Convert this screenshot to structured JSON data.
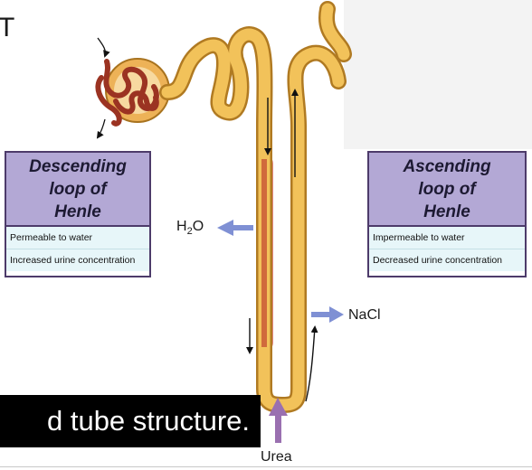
{
  "top_left_partial_text": "T",
  "descending_box": {
    "title_lines": [
      "Descending",
      "loop of",
      "Henle"
    ],
    "properties": [
      "Permeable to water",
      "Increased urine concentration"
    ]
  },
  "ascending_box": {
    "title_lines": [
      "Ascending",
      "loop of",
      "Henle"
    ],
    "properties": [
      "Impermeable to water",
      "Decreased urine concentration"
    ]
  },
  "labels": {
    "water_main": "H",
    "water_sub": "2",
    "water_end": "O",
    "salt": "NaCl",
    "urea": "Urea"
  },
  "caption": "d tube structure.",
  "colors": {
    "tubule_fill": "#f2c25a",
    "tubule_outline": "#b07a22",
    "glomerulus": "#9b3322",
    "capsule": "#edb257",
    "box_header": "#b3a8d5",
    "box_body": "#e7f6f9",
    "box_border": "#4d3b6a",
    "arrow_blue": "#7f90d4",
    "arrow_urea": "#9a70b0",
    "vasa_recta": "#d96f68"
  }
}
